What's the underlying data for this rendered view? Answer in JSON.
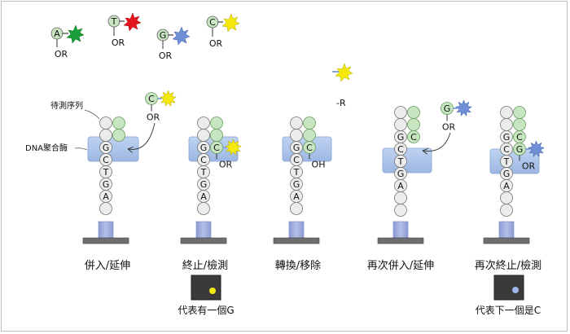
{
  "legend": [
    {
      "base": "A",
      "chain": "OR",
      "dye_color": "#1a9e3a"
    },
    {
      "base": "T",
      "chain": "OR",
      "dye_color": "#e3141b"
    },
    {
      "base": "G",
      "chain": "OR",
      "dye_color": "#6f8fd6"
    },
    {
      "base": "C",
      "chain": "OR",
      "dye_color": "#f5e90c"
    }
  ],
  "colors": {
    "polymerase": "#a9c3ea",
    "polymerase_border": "#7e9fd1",
    "nucleotide_fill": "#c7e5c0",
    "template_fill": "#ececec",
    "anchor": "#9ba6d6",
    "base_plate": "#6e6e6e",
    "yellow_dye": "#f5e90c",
    "blue_dye": "#6f8fd6"
  },
  "annotations": {
    "template_strand": "待測序列",
    "dna_polymerase": "DNA聚合酶",
    "cleaved_group": "-R"
  },
  "template_bases": [
    "G",
    "C",
    "T",
    "G",
    "A"
  ],
  "stages": [
    {
      "label": "併入/延伸",
      "incoming": {
        "base": "C",
        "chain": "OR"
      }
    },
    {
      "label": "終止/檢測",
      "added": {
        "base": "C",
        "chain": "OR"
      },
      "detection": "代表有一個G"
    },
    {
      "label": "轉換/移除",
      "added": {
        "base": "C",
        "chain": "OH"
      }
    },
    {
      "label": "再次併入/延伸",
      "incoming": {
        "base": "G",
        "chain": "OR"
      }
    },
    {
      "label": "再次終止/檢測",
      "added": {
        "base": "G",
        "chain": "OR"
      },
      "detection": "代表下一個是C"
    }
  ]
}
